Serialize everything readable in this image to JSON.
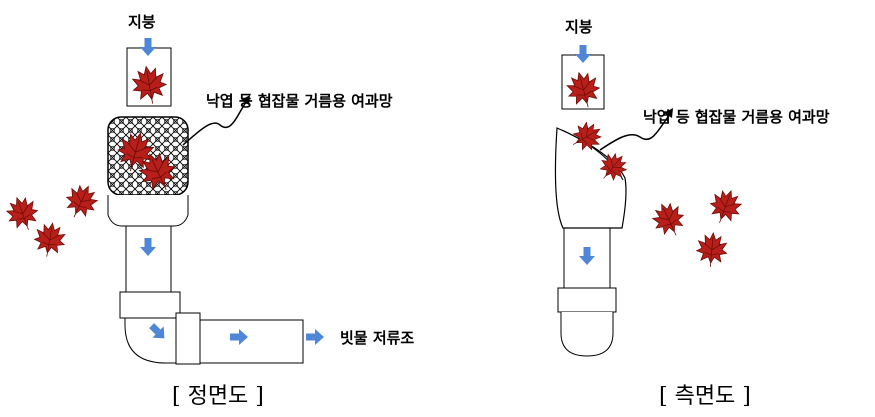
{
  "front": {
    "roof_label": "지붕",
    "filter_label": "낙엽 등 협잡물 거름용 여과망",
    "tank_label": "빗물 저류조",
    "caption": "[ 정면도 ]"
  },
  "side": {
    "roof_label": "지붕",
    "filter_label": "낙엽 등 협잡물 거름용 여과망",
    "caption": "[ 측면도 ]"
  },
  "colors": {
    "arrow": "#4f86d6",
    "leaf": "#b81f1a",
    "leaf_dark": "#6e0d08",
    "outline": "#000000"
  },
  "icons": [
    "flow-arrow-icon",
    "leaf-icon",
    "callout-arrow"
  ]
}
